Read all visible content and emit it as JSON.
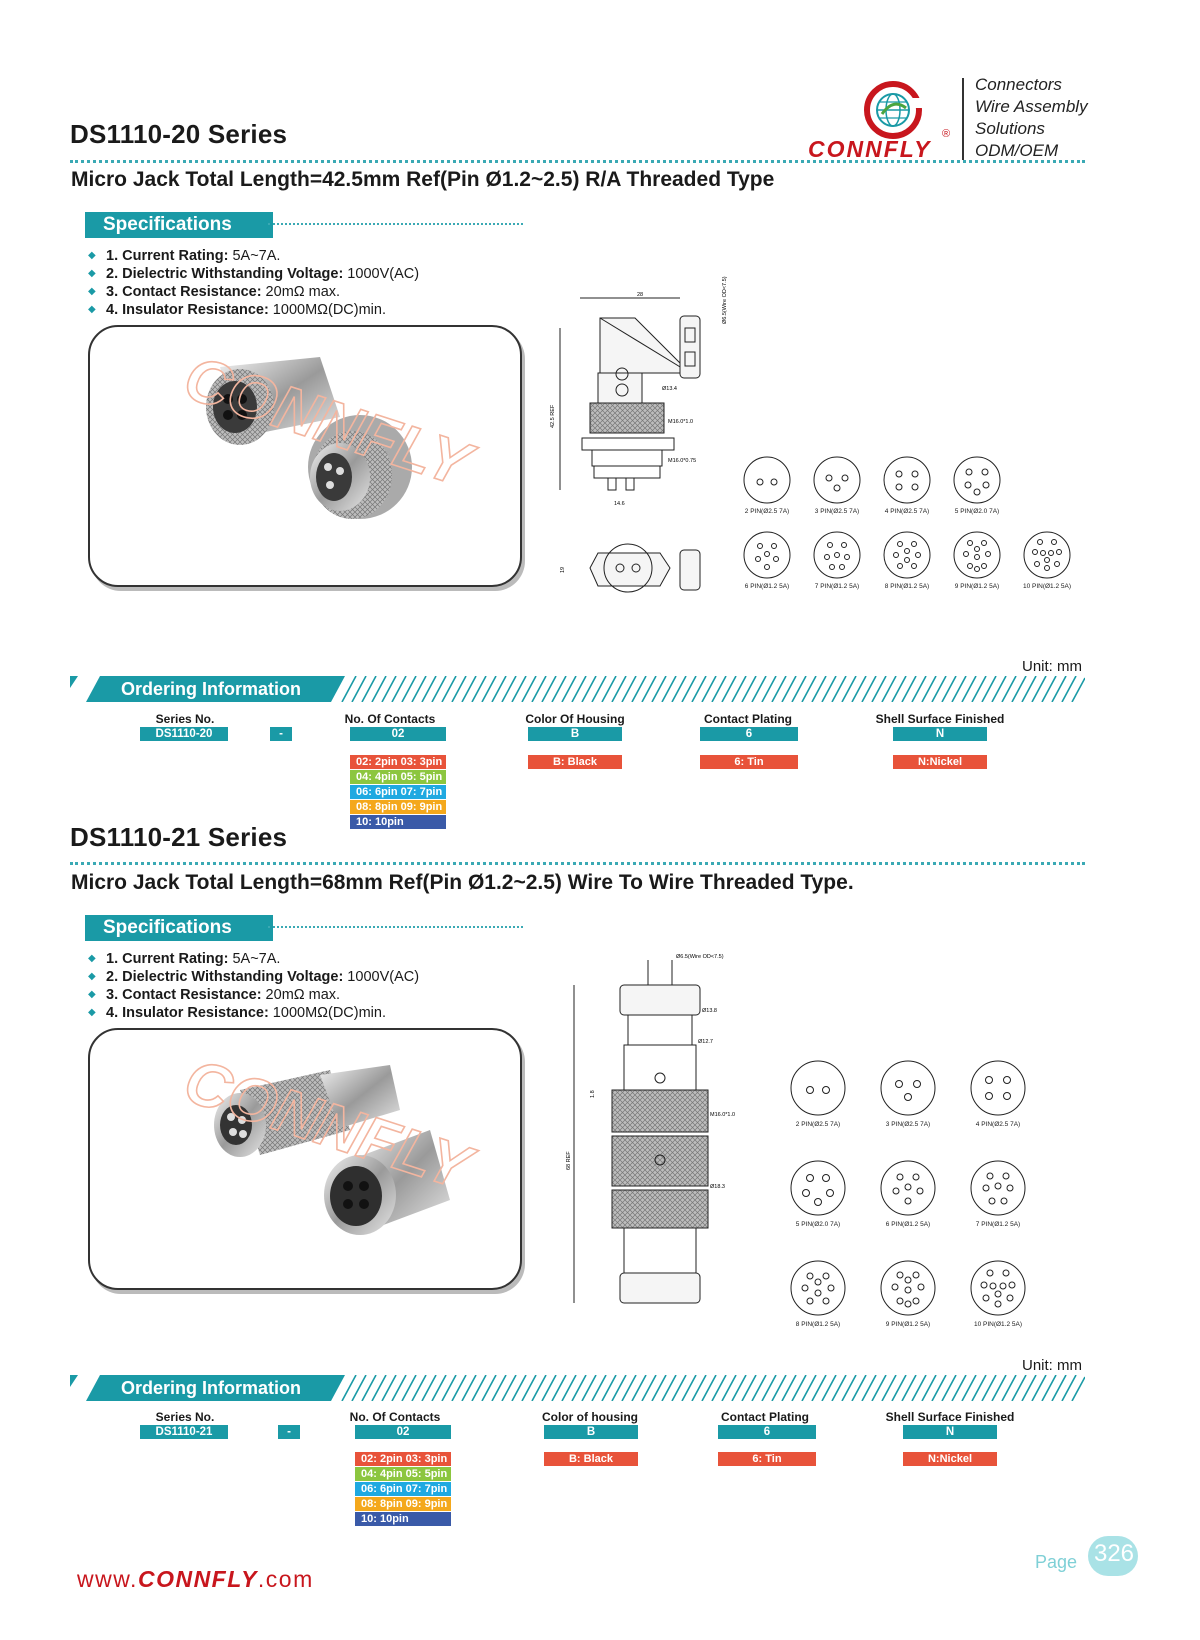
{
  "brand": {
    "name": "CONNFLY",
    "registered": "®",
    "tagline": [
      "Connectors",
      "Wire Assembly",
      "Solutions",
      "ODM/OEM"
    ],
    "accent": "#1a9aa6",
    "brand_red": "#c8161d"
  },
  "section1": {
    "series": "DS1110-20 Series",
    "subtitle": "Micro Jack Total Length=42.5mm Ref(Pin Ø1.2~2.5) R/A Threaded Type",
    "spec_heading": "Specifications",
    "specs": [
      {
        "label": "1. Current Rating:",
        "value": " 5A~7A."
      },
      {
        "label": "2. Dielectric Withstanding Voltage:",
        "value": " 1000V(AC)"
      },
      {
        "label": "3. Contact Resistance:",
        "value": " 20mΩ max."
      },
      {
        "label": "4. Insulator Resistance:",
        "value": " 1000MΩ(DC)min."
      }
    ],
    "dims": {
      "width": "28",
      "wire": "Ø6.5(Wire OD<7.5)",
      "d1": "Ø13.4",
      "thread1": "M16.0*1.0",
      "thread2": "M16.0*0.75",
      "length": "42.5 REF",
      "base": "14.6",
      "side": "19"
    },
    "pins": [
      "2 PIN(Ø2.5 7A)",
      "3 PIN(Ø2.5 7A)",
      "4 PIN(Ø2.5 7A)",
      "5 PIN(Ø2.0 7A)",
      "6 PIN(Ø1.2 5A)",
      "7 PIN(Ø1.2 5A)",
      "8 PIN(Ø1.2 5A)",
      "9 PIN(Ø1.2 5A)",
      "10 PIN(Ø1.2 5A)"
    ],
    "unit": "Unit: mm",
    "ordering": {
      "heading": "Ordering Information",
      "series_head": "Series No.",
      "series_val": "DS1110-20",
      "dash": "-",
      "contacts_head": "No. Of Contacts",
      "contacts_val": "02",
      "contact_opts": [
        "02: 2pin  03: 3pin",
        "04: 4pin  05: 5pin",
        "06: 6pin  07: 7pin",
        "08: 8pin  09: 9pin",
        "10: 10pin"
      ],
      "housing_head": "Color Of Housing",
      "housing_val": "B",
      "housing_opt": "B: Black",
      "plating_head": "Contact Plating",
      "plating_val": "6",
      "plating_opt": "6: Tin",
      "shell_head": "Shell Surface Finished",
      "shell_val": "N",
      "shell_opt": "N:Nickel"
    }
  },
  "section2": {
    "series": "DS1110-21 Series",
    "subtitle": "Micro Jack Total Length=68mm Ref(Pin Ø1.2~2.5) Wire To Wire Threaded Type.",
    "spec_heading": "Specifications",
    "specs": [
      {
        "label": "1. Current Rating:",
        "value": " 5A~7A."
      },
      {
        "label": "2. Dielectric Withstanding Voltage:",
        "value": " 1000V(AC)"
      },
      {
        "label": "3. Contact Resistance:",
        "value": " 20mΩ max."
      },
      {
        "label": "4. Insulator Resistance:",
        "value": " 1000MΩ(DC)min."
      }
    ],
    "dims": {
      "wire": "Ø6.5(Wire OD<7.5)",
      "d1": "Ø13.8",
      "d2": "Ø12.7",
      "thread": "M16.0*1.0",
      "d3": "Ø18.3",
      "length": "68 REF",
      "small": "1.8"
    },
    "pins": [
      "2 PIN(Ø2.5 7A)",
      "3 PIN(Ø2.5 7A)",
      "4 PIN(Ø2.5 7A)",
      "5 PIN(Ø2.0 7A)",
      "6 PIN(Ø1.2 5A)",
      "7 PIN(Ø1.2 5A)",
      "8 PIN(Ø1.2 5A)",
      "9 PIN(Ø1.2 5A)",
      "10 PIN(Ø1.2 5A)"
    ],
    "unit": "Unit: mm",
    "ordering": {
      "heading": "Ordering Information",
      "series_head": "Series No.",
      "series_val": "DS1110-21",
      "dash": "-",
      "contacts_head": "No. Of Contacts",
      "contacts_val": "02",
      "contact_opts": [
        "02: 2pin  03: 3pin",
        "04: 4pin  05: 5pin",
        "06: 6pin  07: 7pin",
        "08: 8pin  09: 9pin",
        "10: 10pin"
      ],
      "housing_head": "Color of housing",
      "housing_val": "B",
      "housing_opt": "B: Black",
      "plating_head": "Contact Plating",
      "plating_val": "6",
      "plating_opt": "6: Tin",
      "shell_head": "Shell Surface Finished",
      "shell_val": "N",
      "shell_opt": "N:Nickel"
    }
  },
  "footer": {
    "url_prefix": "www.",
    "url_brand": "CONNFLY",
    "url_suffix": ".com",
    "page_label": "Page",
    "page_number": "326"
  },
  "option_colors": [
    "#e8533a",
    "#8cc63f",
    "#1fa9e1",
    "#f4a81c",
    "#3a5aa8"
  ]
}
